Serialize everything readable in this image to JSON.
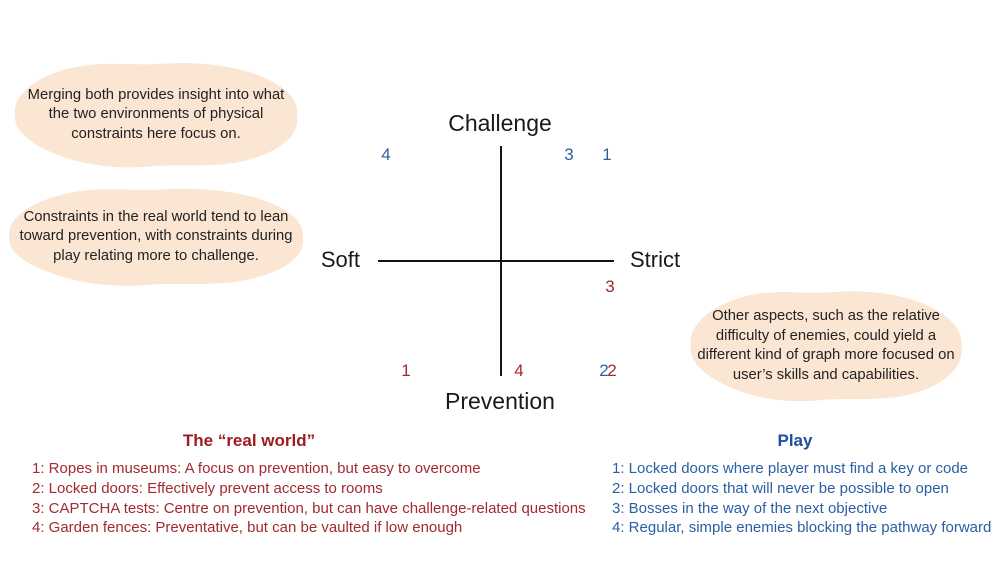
{
  "colors": {
    "bubble_fill": "#fbe5d3",
    "real_world_red": "#a32a30",
    "real_world_title_red": "#9e1c21",
    "play_blue": "#2b5fa3",
    "play_title_blue": "#1d4fa0",
    "point_blue": "#31609d",
    "point_red": "#a5282c",
    "axis_black": "#141414"
  },
  "annotations": {
    "merging": "Merging both provides insight into what the two environments of physical constraints here focus on.",
    "constraints": "Constraints in the real world tend to lean toward prevention, with constraints during play relating more to challenge.",
    "other_aspects": "Other aspects, such as the relative difficulty of enemies, could yield a different kind of graph more focused on user’s skills and capabilities."
  },
  "chart": {
    "type": "quadrant",
    "axis": {
      "top": "Challenge",
      "bottom": "Prevention",
      "left": "Soft",
      "right": "Strict"
    },
    "points": [
      {
        "label": "4",
        "series": "play",
        "quadrant": "soft-challenge",
        "position": "far-left-top"
      },
      {
        "label": "3",
        "series": "play",
        "quadrant": "strict-challenge",
        "position": "inner-right-top"
      },
      {
        "label": "1",
        "series": "play",
        "quadrant": "strict-challenge",
        "position": "outer-right-top"
      },
      {
        "label": "3",
        "series": "real_world",
        "quadrant": "strict-prevention",
        "position": "right-just-below-axis"
      },
      {
        "label": "1",
        "series": "real_world",
        "quadrant": "soft-prevention",
        "position": "far-left-bottom"
      },
      {
        "label": "4",
        "series": "real_world",
        "quadrant": "strict-prevention",
        "position": "center-bottom"
      },
      {
        "label": "2",
        "series": "play",
        "quadrant": "strict-prevention",
        "position": "far-right-bottom"
      },
      {
        "label": "2",
        "series": "real_world",
        "quadrant": "strict-prevention",
        "position": "far-right-bottom-adjacent"
      }
    ]
  },
  "legends": {
    "real_world": {
      "title": "The “real world”",
      "items": [
        "1: Ropes in museums: A focus on prevention, but easy to overcome",
        "2: Locked doors: Effectively prevent access to rooms",
        "3: CAPTCHA tests: Centre on prevention, but can have challenge-related questions",
        "4: Garden fences: Preventative, but can be vaulted if low enough"
      ]
    },
    "play": {
      "title": "Play",
      "items": [
        "1: Locked doors where player must find a key or code",
        "2: Locked doors that will never be possible to open",
        "3: Bosses in the way of the next objective",
        "4: Regular, simple enemies blocking the pathway forward"
      ]
    }
  }
}
